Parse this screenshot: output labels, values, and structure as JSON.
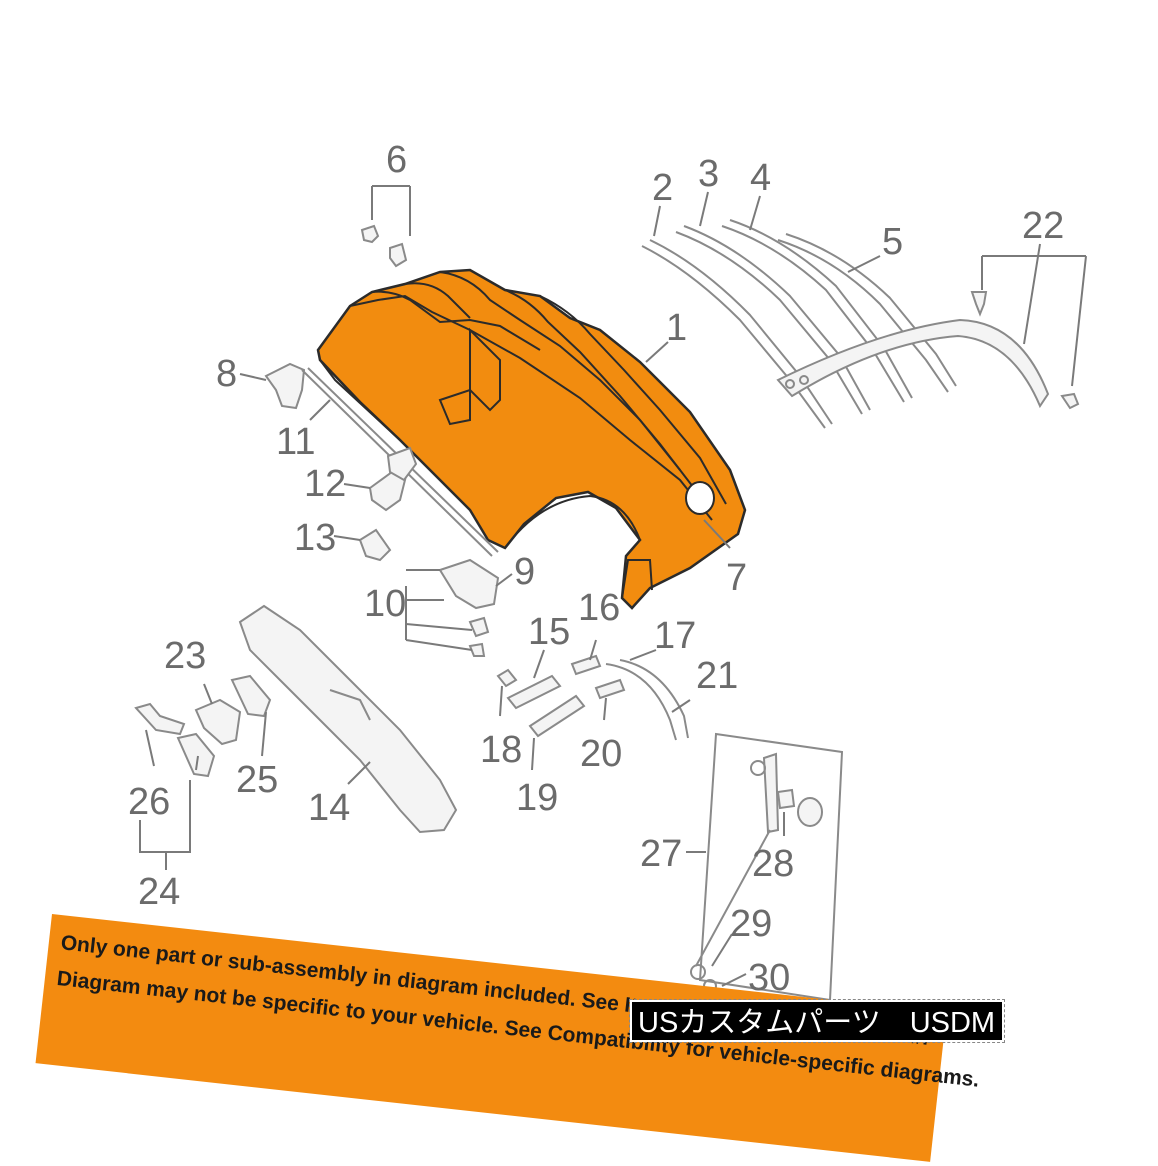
{
  "callouts": [
    {
      "id": "1",
      "label": "1"
    },
    {
      "id": "2",
      "label": "2"
    },
    {
      "id": "3",
      "label": "3"
    },
    {
      "id": "4",
      "label": "4"
    },
    {
      "id": "5",
      "label": "5"
    },
    {
      "id": "6",
      "label": "6"
    },
    {
      "id": "7",
      "label": "7"
    },
    {
      "id": "8",
      "label": "8"
    },
    {
      "id": "9",
      "label": "9"
    },
    {
      "id": "10",
      "label": "10"
    },
    {
      "id": "11",
      "label": "11"
    },
    {
      "id": "12",
      "label": "12"
    },
    {
      "id": "13",
      "label": "13"
    },
    {
      "id": "14",
      "label": "14"
    },
    {
      "id": "15",
      "label": "15"
    },
    {
      "id": "16",
      "label": "16"
    },
    {
      "id": "17",
      "label": "17"
    },
    {
      "id": "18",
      "label": "18"
    },
    {
      "id": "19",
      "label": "19"
    },
    {
      "id": "20",
      "label": "20"
    },
    {
      "id": "21",
      "label": "21"
    },
    {
      "id": "22",
      "label": "22"
    },
    {
      "id": "23",
      "label": "23"
    },
    {
      "id": "24",
      "label": "24"
    },
    {
      "id": "25",
      "label": "25"
    },
    {
      "id": "26",
      "label": "26"
    },
    {
      "id": "27",
      "label": "27"
    },
    {
      "id": "28",
      "label": "28"
    },
    {
      "id": "29",
      "label": "29"
    },
    {
      "id": "30",
      "label": "30"
    }
  ],
  "banner": {
    "line1": "Only one part or sub-assembly in diagram included. See Item Specifics for Reference #.",
    "line2": "Diagram may not be specific to your vehicle. See Compatibility for vehicle-specific diagrams.",
    "color": "#f38b10"
  },
  "shop_label": "USカスタムパーツ　USDM",
  "colors": {
    "highlight_part": "#f28c0f",
    "line_art": "#8a8a8a"
  }
}
